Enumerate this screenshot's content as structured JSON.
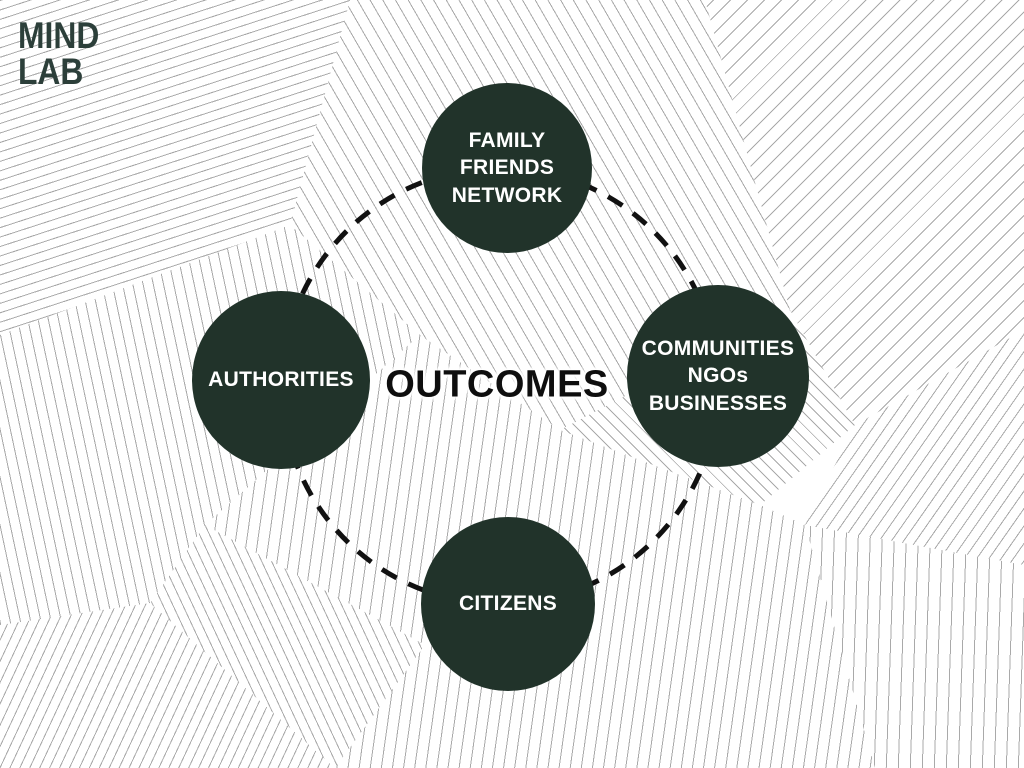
{
  "logo": {
    "line1": "MIND",
    "line2": "LAB"
  },
  "diagram": {
    "type": "cycle-diagram",
    "center_label": "OUTCOMES",
    "nodes": [
      {
        "id": "family-friends-network",
        "position": "top",
        "lines": [
          "FAMILY",
          "FRIENDS",
          "NETWORK"
        ]
      },
      {
        "id": "authorities",
        "position": "left",
        "lines": [
          "AUTHORITIES"
        ]
      },
      {
        "id": "communities-ngos-businesses",
        "position": "right",
        "lines": [
          "COMMUNITIES",
          "NGOs",
          "BUSINESSES"
        ]
      },
      {
        "id": "citizens",
        "position": "bottom",
        "lines": [
          "CITIZENS"
        ]
      }
    ],
    "ring": {
      "style": "dashed",
      "color": "#111111"
    },
    "colors": {
      "node_fill": "#21332a",
      "node_text": "#ffffff",
      "center_text": "#0e0e0e",
      "logo_text": "#2c3f3a",
      "pattern_line": "#a9a9a9",
      "background": "#ffffff"
    }
  }
}
